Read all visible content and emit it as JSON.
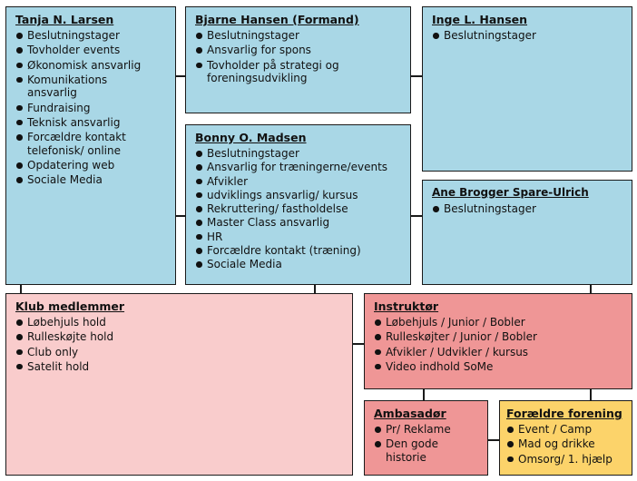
{
  "boxes": {
    "tanja": {
      "title": "Tanja N. Larsen",
      "items": [
        "Beslutningstager",
        "Tovholder events",
        "Økonomisk ansvarlig",
        "Komunikations ansvarlig",
        "Fundraising",
        "Teknisk ansvarlig",
        "Forcældre kontakt telefonisk/ online",
        "Opdatering web",
        "Sociale Media"
      ]
    },
    "bjarne": {
      "title": "Bjarne Hansen (Formand)",
      "items": [
        "Beslutningstager",
        "Ansvarlig for spons",
        "Tovholder på strategi og foreningsudvikling"
      ]
    },
    "inge": {
      "title": "Inge L. Hansen",
      "items": [
        "Beslutningstager"
      ]
    },
    "bonny": {
      "title": "Bonny O. Madsen",
      "items": [
        "Beslutningstager",
        "Ansvarlig for træningerne/events",
        "Afvikler",
        "udviklings ansvarlig/ kursus",
        "Rekruttering/ fastholdelse",
        "Master Class ansvarlig",
        "HR",
        "Forcældre kontakt (træning)",
        "Sociale Media"
      ]
    },
    "ane": {
      "title": "Ane Brogger Spare-Ulrich",
      "items": [
        "Beslutningstager"
      ]
    },
    "klub": {
      "title": "Klub medlemmer",
      "items": [
        "Løbehjuls hold",
        "Rulleskøjte hold",
        "Club only",
        "Satelit hold"
      ]
    },
    "instruktor": {
      "title": "Instruktør",
      "items": [
        "Løbehjuls / Junior / Bobler",
        "Rulleskøjter / Junior / Bobler",
        "Afvikler / Udvikler / kursus",
        "Video indhold SoMe"
      ]
    },
    "ambassador": {
      "title": "Ambasadør",
      "items": [
        "Pr/ Reklame",
        "Den gode historie"
      ]
    },
    "foraeldre": {
      "title": "Forældre forening",
      "items": [
        "Event / Camp",
        "Mad og drikke",
        "Omsorg/ 1. hjælp"
      ]
    }
  }
}
